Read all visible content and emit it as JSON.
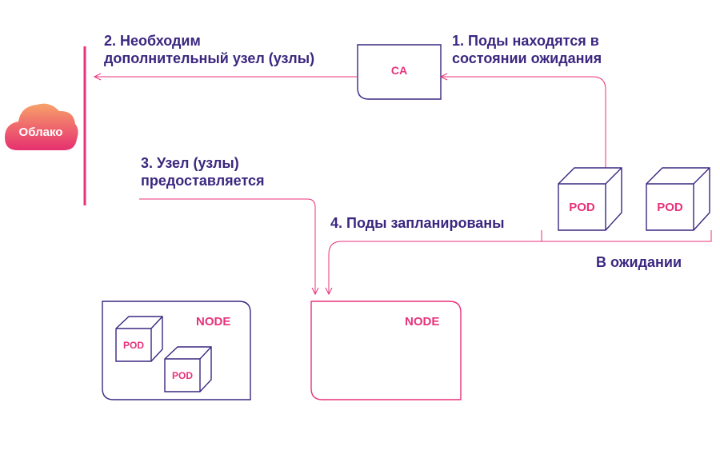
{
  "cloud": {
    "label": "Облако"
  },
  "autoscaler": {
    "label": "CA"
  },
  "steps": {
    "step1": "1. Поды находятся в\nсостоянии ожидания",
    "step2": "2. Необходим\nдополнительный узел (узлы)",
    "step3": "3. Узел (узлы)\nпредоставляется",
    "step4": "4. Поды запланированы"
  },
  "pending_group": {
    "label": "В ожидании",
    "pods": [
      "POD",
      "POD"
    ]
  },
  "nodes": [
    {
      "label": "NODE",
      "pods": [
        "POD",
        "POD"
      ]
    },
    {
      "label": "NODE",
      "pods": []
    }
  ],
  "colors": {
    "accent": "#e8327a",
    "text": "#3b2780",
    "cloud_gradient_start": "#f7a16a",
    "cloud_gradient_end": "#e63070"
  }
}
